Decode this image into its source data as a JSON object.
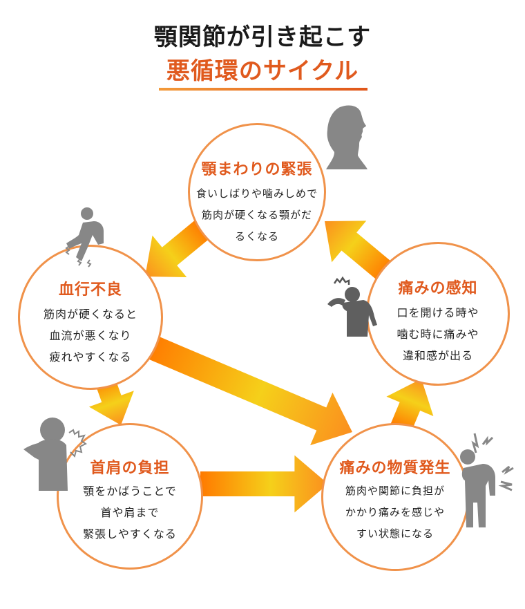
{
  "header": {
    "title_line1": "顎関節が引き起こす",
    "title_line2": "悪循環のサイクル"
  },
  "colors": {
    "accent": "#e05a1e",
    "circle_border": "#f0924a",
    "arrow_orange": "#ff7a00",
    "arrow_yellow": "#f5d01a",
    "icon_gray": "#808080"
  },
  "nodes": [
    {
      "id": "jaw-tension",
      "title": "顎まわりの緊張",
      "lines": [
        "食いしばりや噛みしめで",
        "筋肉が硬くなる顎がだ",
        "るくなる"
      ],
      "icon": "profile-head-icon"
    },
    {
      "id": "pain-perception",
      "title": "痛みの感知",
      "lines": [
        "口を開ける時や",
        "噛む時に痛みや",
        "違和感が出る"
      ],
      "icon": "headache-person-icon"
    },
    {
      "id": "pain-substance",
      "title": "痛みの物質発生",
      "lines": [
        "筋肉や関節に負担が",
        "かかり痛みを感じや",
        "すい状態になる"
      ],
      "icon": "back-pain-person-icon"
    },
    {
      "id": "neck-shoulder",
      "title": "首肩の負担",
      "lines": [
        "顎をかばうことで",
        "首や肩まで",
        "緊張しやすくなる"
      ],
      "icon": "shoulder-pain-person-icon"
    },
    {
      "id": "poor-circulation",
      "title": "血行不良",
      "lines": [
        "筋肉が硬くなると",
        "血流が悪くなり",
        "疲れやすくなる"
      ],
      "icon": "seated-tired-person-icon"
    }
  ],
  "arrows": [
    {
      "from": "jaw-tension",
      "to": "poor-circulation"
    },
    {
      "from": "poor-circulation",
      "to": "neck-shoulder"
    },
    {
      "from": "poor-circulation",
      "to": "pain-substance"
    },
    {
      "from": "neck-shoulder",
      "to": "pain-substance"
    },
    {
      "from": "pain-substance",
      "to": "pain-perception"
    },
    {
      "from": "pain-perception",
      "to": "jaw-tension"
    }
  ]
}
